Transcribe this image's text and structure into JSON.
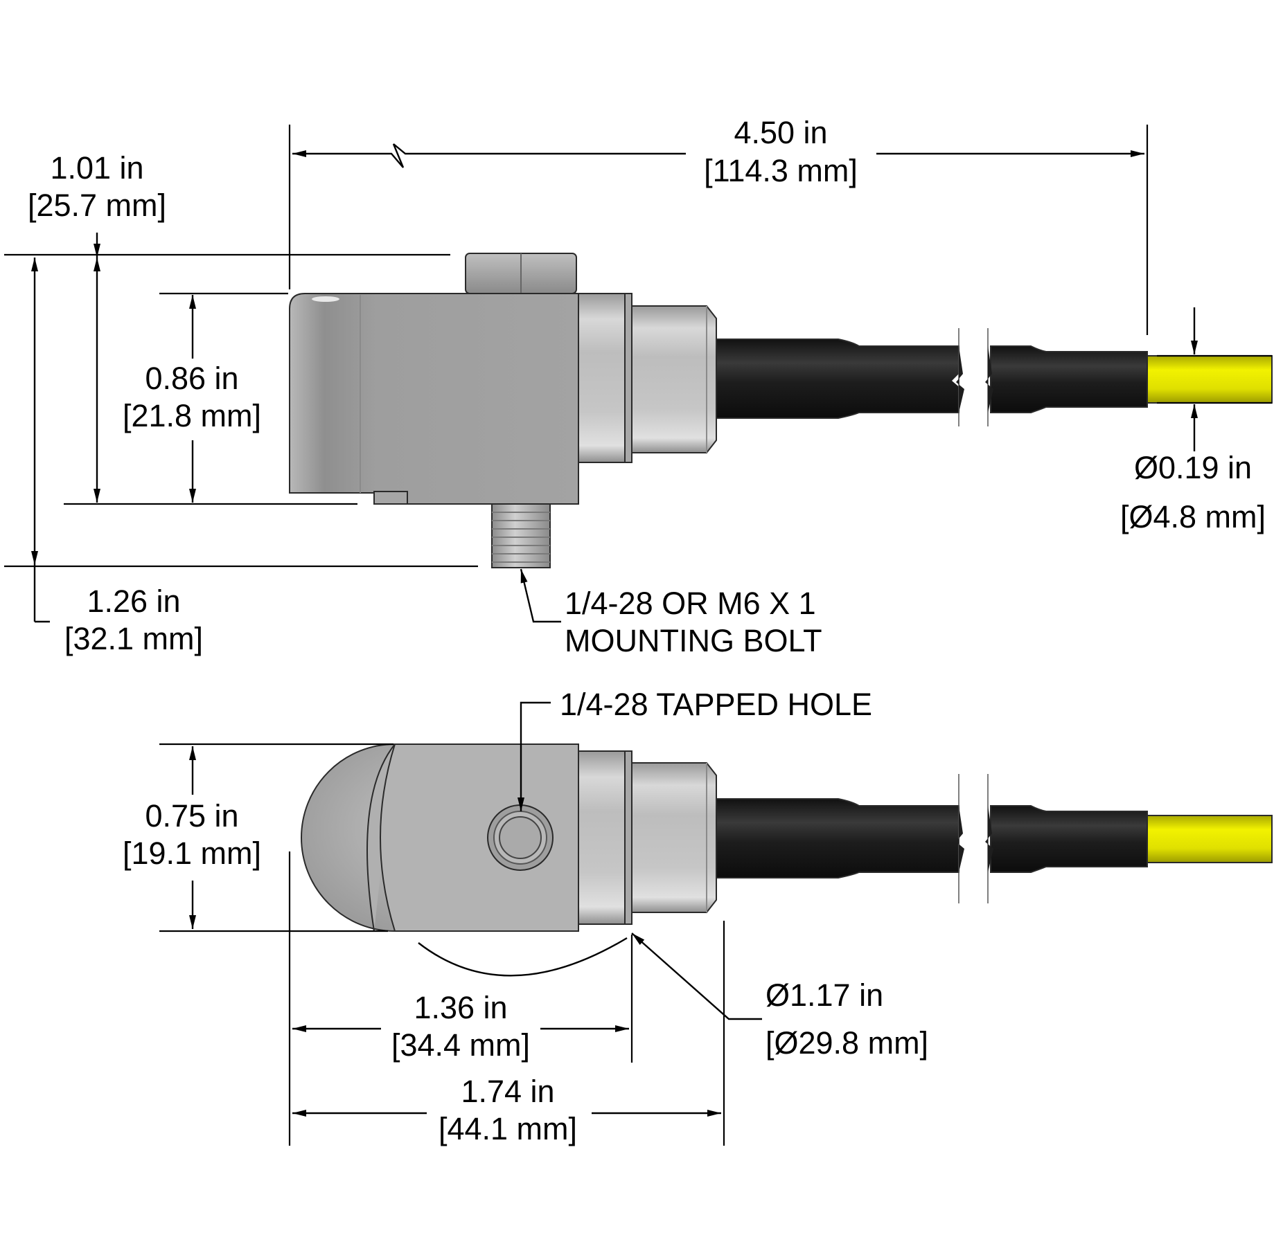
{
  "colors": {
    "housing": "#9b9b9b",
    "housing_light": "#b4b4b4",
    "steel": "#c4c4c4",
    "cable": "#1e1e1e",
    "cable_sleeve": "#2b2b2b",
    "conductor": "#e6e600"
  },
  "dimensions": {
    "length_total": {
      "inch": "4.50 in",
      "mm": "[114.3 mm]"
    },
    "height_overall_upper": {
      "inch": "1.01 in",
      "mm": "[25.7 mm]"
    },
    "height_body": {
      "inch": "0.86 in",
      "mm": "[21.8 mm]"
    },
    "height_overall": {
      "inch": "1.26 in",
      "mm": "[32.1 mm]"
    },
    "cable_diameter": {
      "inch": "Ø0.19 in",
      "mm": "[Ø4.8 mm]"
    },
    "width_body": {
      "inch": "0.75 in",
      "mm": "[19.1 mm]"
    },
    "length_connector": {
      "inch": "1.36 in",
      "mm": "[34.4 mm]"
    },
    "length_overall": {
      "inch": "1.74 in",
      "mm": "[44.1 mm]"
    },
    "swing_diameter": {
      "inch": "Ø1.17 in",
      "mm": "[Ø29.8 mm]"
    }
  },
  "callouts": {
    "mounting_bolt": {
      "line1": "1/4-28 OR M6 X 1",
      "line2": "MOUNTING BOLT"
    },
    "tapped_hole": "1/4-28 TAPPED HOLE"
  }
}
